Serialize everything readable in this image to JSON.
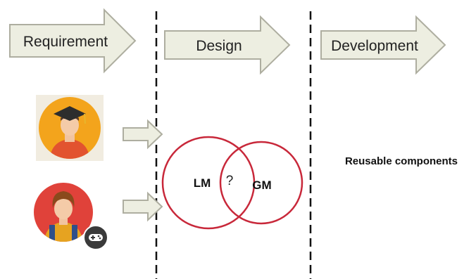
{
  "stages": [
    {
      "label": "Requirement"
    },
    {
      "label": "Design"
    },
    {
      "label": "Development"
    }
  ],
  "personas": [
    {
      "icon": "graduate-avatar-icon"
    },
    {
      "icon": "gamer-avatar-icon"
    }
  ],
  "venn": {
    "left": "LM",
    "right": "GM",
    "overlap": "?"
  },
  "note": "Reusable components",
  "colors": {
    "arrow_fill": "#edeee1",
    "arrow_stroke": "#aeaea0",
    "circle_stroke": "#c8283a",
    "divider": "#111111",
    "graduate_bg": "#f3a41c",
    "gamer_bg": "#e0423a"
  }
}
